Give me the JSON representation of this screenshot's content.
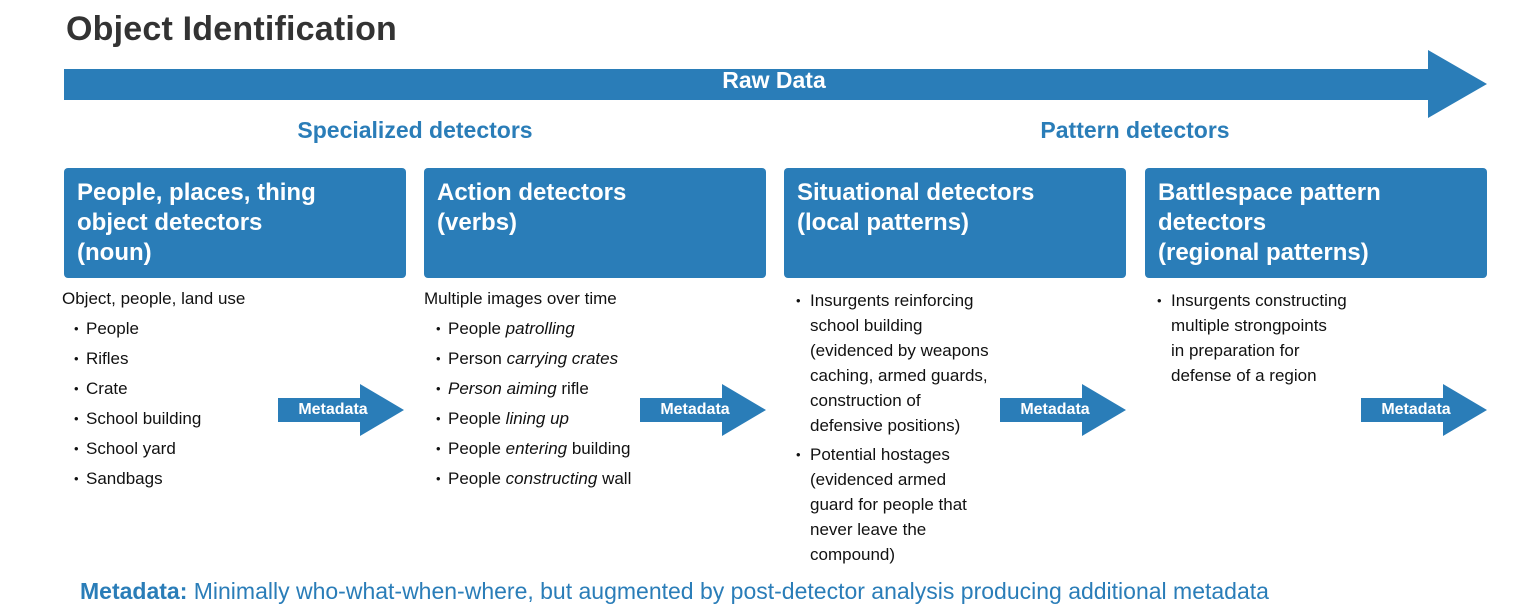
{
  "title": "Object Identification",
  "colors": {
    "primary": "#2a7db8",
    "title": "#333333"
  },
  "raw_data_label": "Raw Data",
  "group_headings": {
    "specialized": "Specialized detectors",
    "pattern": "Pattern detectors"
  },
  "detectors": [
    {
      "heading": [
        "People, places, thing",
        "object detectors",
        "(noun)"
      ],
      "intro": "Object, people, land use",
      "items": [
        "People",
        "Rifles",
        "Crate",
        "School building",
        "School yard",
        "Sandbags"
      ]
    },
    {
      "heading": [
        "Action detectors",
        "(verbs)"
      ],
      "intro": "Multiple images over time",
      "items": [
        {
          "pre": "People ",
          "em": "patrolling",
          "post": ""
        },
        {
          "pre": "Person ",
          "em": "carrying crates",
          "post": ""
        },
        {
          "pre": "",
          "em": "Person aiming",
          "post": " rifle"
        },
        {
          "pre": "People ",
          "em": "lining up",
          "post": ""
        },
        {
          "pre": "People ",
          "em": "entering",
          "post": " building"
        },
        {
          "pre": "People ",
          "em": "constructing",
          "post": " wall"
        }
      ]
    },
    {
      "heading": [
        "Situational detectors",
        "(local patterns)"
      ],
      "bullets": [
        [
          "Insurgents reinforcing",
          "school building",
          "(evidenced by weapons",
          "caching, armed guards,",
          "construction of",
          "defensive positions)"
        ],
        [
          "Potential hostages",
          "(evidenced armed",
          "guard for people that",
          "never leave the",
          "compound)"
        ]
      ]
    },
    {
      "heading": [
        "Battlespace pattern",
        "detectors",
        "(regional patterns)"
      ],
      "bullets": [
        [
          "Insurgents constructing",
          "multiple strongpoints",
          "in preparation for",
          "defense of a region"
        ]
      ]
    }
  ],
  "metadata_arrow_label": "Metadata",
  "footer": {
    "key": "Metadata:",
    "text": " Minimally who-what-when-where, but augmented by post-detector analysis producing additional metadata"
  }
}
